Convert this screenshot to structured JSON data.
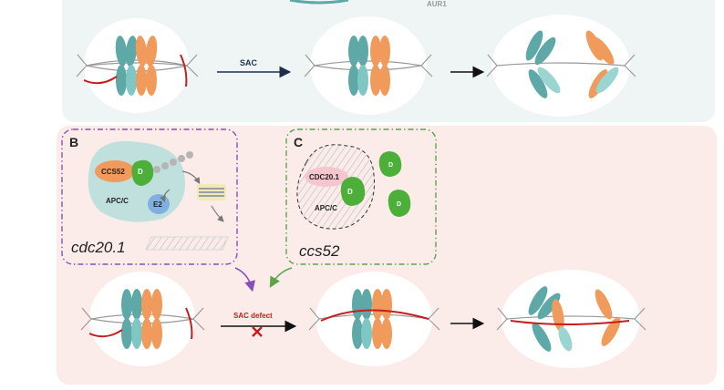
{
  "top": {
    "aur1_label": "AUR1",
    "arrow_label": "SAC"
  },
  "panel_b": {
    "letter": "B",
    "ccs52_label": "CCS52",
    "d_label": "D",
    "apc_label": "APC/C",
    "e2_label": "E2",
    "mutant_label": "cdc20.1"
  },
  "panel_c": {
    "letter": "C",
    "cdc20_label": "CDC20.1",
    "d_label": "D",
    "apc_label": "APC/C",
    "mutant_label": "ccs52"
  },
  "bottom": {
    "arrow_label": "SAC defect"
  },
  "colors": {
    "teal": "#5fa8a8",
    "orange": "#f09a5b",
    "red": "#c41e1e",
    "green": "#4caf3a",
    "purple": "#8a4fb8",
    "top_bg": "#eef5f4",
    "bottom_bg": "#fbecea"
  }
}
